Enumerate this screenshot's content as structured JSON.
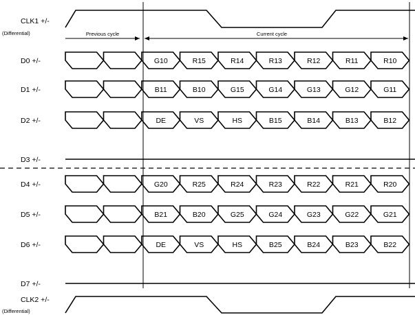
{
  "clock_top": {
    "label": "CLK1 +/-",
    "sublabel": "(Differential)",
    "levels": [
      0,
      1,
      1,
      1,
      0,
      0,
      0,
      1,
      1
    ]
  },
  "cycles": {
    "previous": "Previous cycle",
    "current": "Current cycle"
  },
  "data_lanes": [
    {
      "label": "D0 +/-",
      "cells": [
        "G10",
        "R15",
        "R14",
        "R13",
        "R12",
        "R11",
        "R10"
      ]
    },
    {
      "label": "D1 +/-",
      "cells": [
        "B11",
        "B10",
        "G15",
        "G14",
        "G13",
        "G12",
        "G11"
      ]
    },
    {
      "label": "D2 +/-",
      "cells": [
        "DE",
        "VS",
        "HS",
        "B15",
        "B14",
        "B13",
        "B12"
      ]
    },
    {
      "label": "D3 +/-",
      "cells": []
    },
    {
      "label": "D4 +/-",
      "cells": [
        "G20",
        "R25",
        "R24",
        "R23",
        "R22",
        "R21",
        "R20"
      ]
    },
    {
      "label": "D5 +/-",
      "cells": [
        "B21",
        "B20",
        "G25",
        "G24",
        "G23",
        "G22",
        "G21"
      ]
    },
    {
      "label": "D6 +/-",
      "cells": [
        "DE",
        "VS",
        "HS",
        "B25",
        "B24",
        "B23",
        "B22"
      ]
    },
    {
      "label": "D7 +/-",
      "cells": []
    }
  ],
  "clock_bottom": {
    "label": "CLK2 +/-",
    "sublabel": "(Differential)",
    "levels": [
      0,
      1,
      1,
      1,
      0,
      0,
      0,
      1,
      1
    ]
  }
}
